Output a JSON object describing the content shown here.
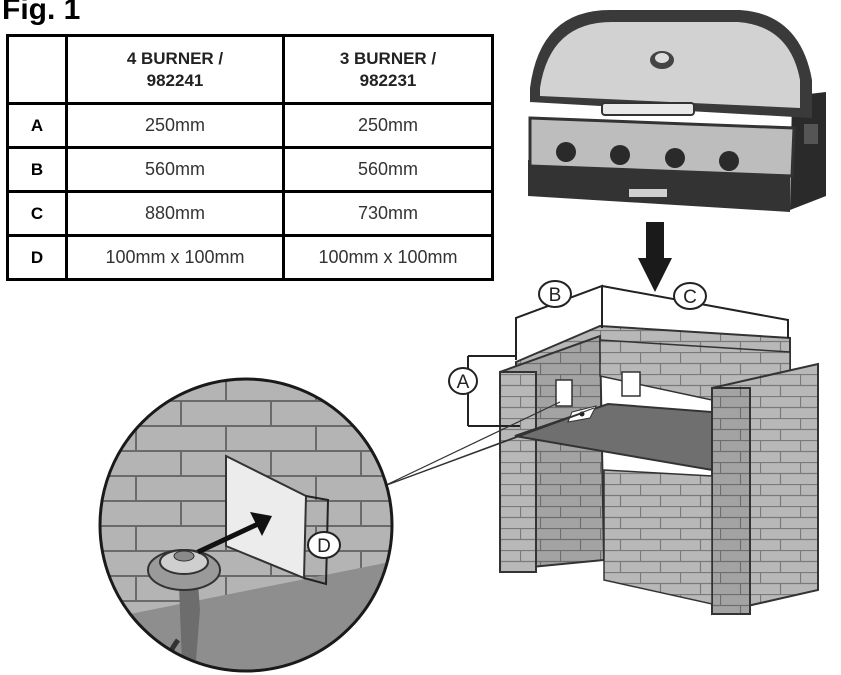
{
  "figure": {
    "title": "Fig. 1"
  },
  "table": {
    "headers": [
      "",
      "4 BURNER /\n982241",
      "3 BURNER /\n982231"
    ],
    "header_lines": [
      [
        "4 BURNER /",
        "982241"
      ],
      [
        "3 BURNER /",
        "982231"
      ]
    ],
    "rows": [
      {
        "label": "A",
        "four_burner": "250mm",
        "three_burner": "250mm"
      },
      {
        "label": "B",
        "four_burner": "560mm",
        "three_burner": "560mm"
      },
      {
        "label": "C",
        "four_burner": "880mm",
        "three_burner": "730mm"
      },
      {
        "label": "D",
        "four_burner": "100mm x 100mm",
        "three_burner": "100mm x 100mm"
      }
    ]
  },
  "callouts": {
    "a": "A",
    "b": "B",
    "c": "C",
    "d": "D"
  },
  "colors": {
    "brick": "#b8b8b8",
    "mortar": "#7a7a7a",
    "steel": "#c9c9c9",
    "dark": "#222222"
  }
}
